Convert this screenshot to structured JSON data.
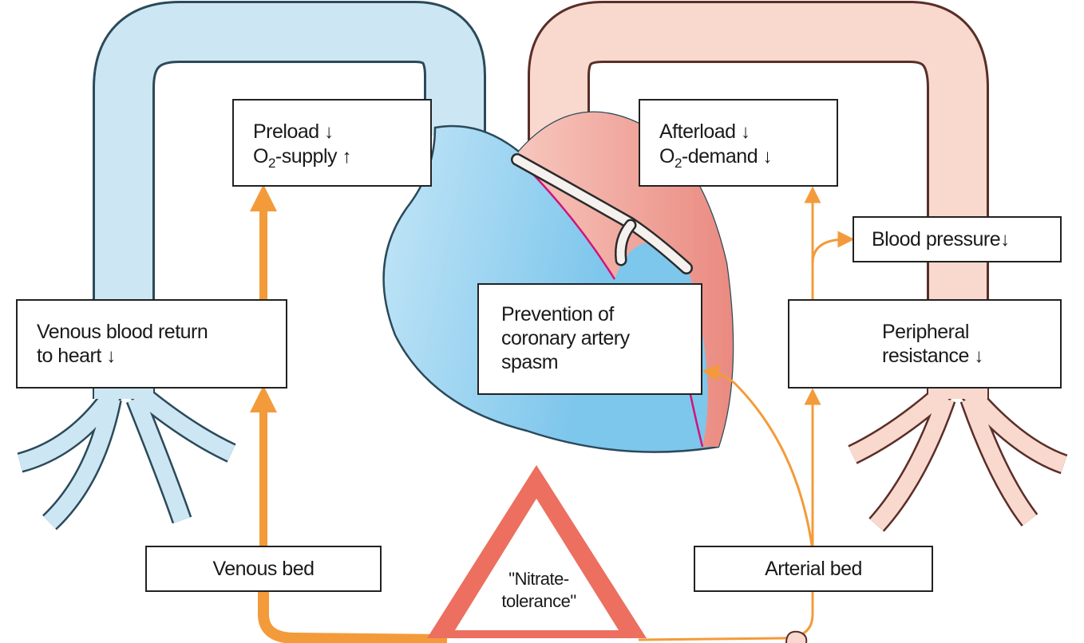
{
  "boxes": {
    "preload": {
      "line1": "Preload",
      "o2_prefix": "O",
      "o2_sub": "2",
      "line2": "-supply",
      "arrow1": "↓",
      "arrow2": "↑"
    },
    "afterload": {
      "line1": "Afterload",
      "o2_prefix": "O",
      "o2_sub": "2",
      "line2": "-demand",
      "arrow1": "↓",
      "arrow2": "↓"
    },
    "blood_pressure": {
      "text": "Blood pressure",
      "arrow": "↓"
    },
    "venous_return": {
      "line1": "Venous blood return",
      "line2": "to heart",
      "arrow": "↓"
    },
    "prevention": {
      "line1": "Prevention of",
      "line2": "coronary artery",
      "line3": "spasm"
    },
    "peripheral": {
      "line1": "Peripheral",
      "line2": "resistance",
      "arrow": "↓"
    },
    "venous_bed": {
      "text": "Venous bed"
    },
    "arterial_bed": {
      "text": "Arterial bed"
    }
  },
  "warning": {
    "line1": "\"Nitrate-",
    "line2": "tolerance\""
  },
  "colors": {
    "venous_fill": "#cde6f4",
    "venous_stroke": "#2b4a5a",
    "arterial_fill": "#f9d8cd",
    "heart_right": "#a8d8f0",
    "heart_left": "#ef9f95",
    "coronary_line": "#d1137a",
    "arrow_orange": "#f39b3a",
    "warning_red": "#ec6f60"
  }
}
